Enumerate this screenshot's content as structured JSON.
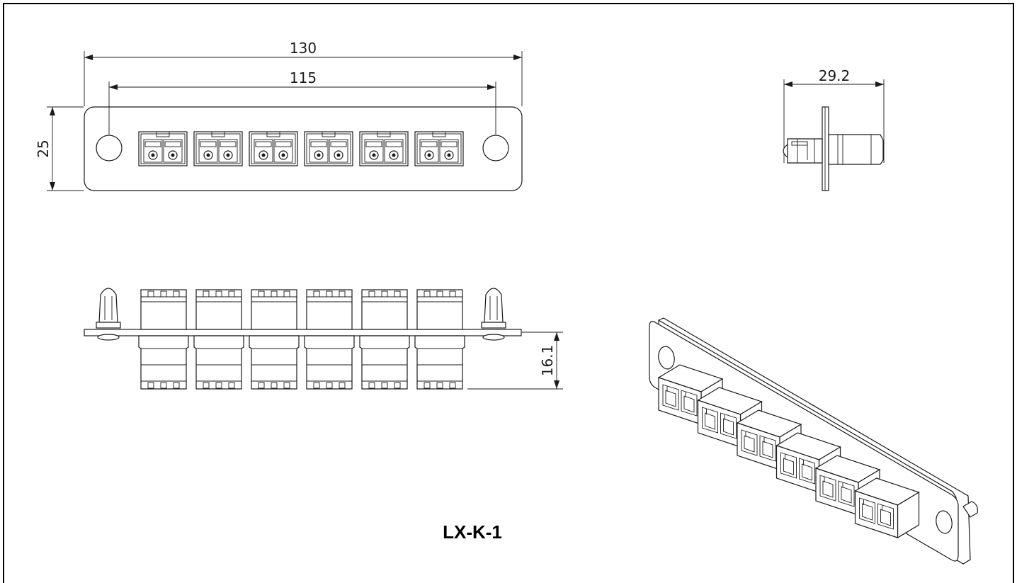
{
  "drawing": {
    "part_number": "LX-K-1",
    "front_view": {
      "overall_width": "130",
      "hole_spacing": "115",
      "height": "25",
      "adapter_count": 6
    },
    "side_view": {
      "depth": "29.2"
    },
    "top_view": {
      "projection": "16.1"
    },
    "line_color": "#1a1a1a",
    "border_color": "#000000"
  }
}
